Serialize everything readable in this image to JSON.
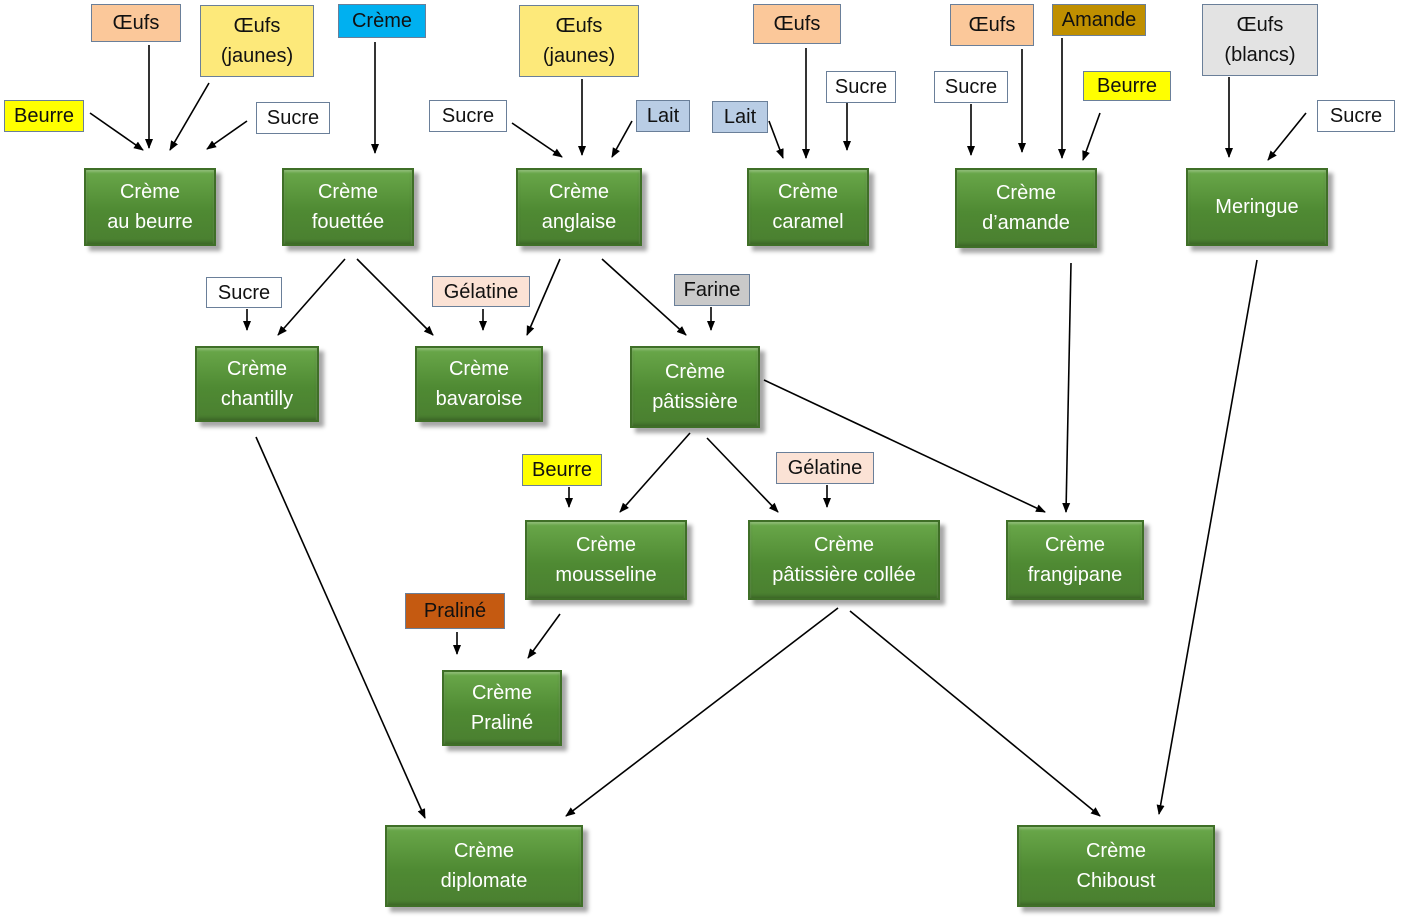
{
  "colors": {
    "oeufs": "#fbc89a",
    "jaunes": "#fde97a",
    "creme_ing": "#00b0f0",
    "beurre": "#ffff00",
    "sucre": "#ffffff",
    "lait": "#b9cde5",
    "gelatine": "#fbe2d5",
    "farine": "#c9c9c9",
    "amande": "#bf8f00",
    "blancs": "#e3e3e3",
    "praline": "#c55a11",
    "creme_box": "#5b9a3c",
    "arrow": "#000000"
  },
  "ingredients": {
    "oeufs_1": "Œufs",
    "jaunes_1": "Œufs\n(jaunes)",
    "creme_1": "Crème",
    "beurre_1": "Beurre",
    "sucre_1": "Sucre",
    "jaunes_2": "Œufs\n(jaunes)",
    "sucre_2": "Sucre",
    "lait_1": "Lait",
    "oeufs_2": "Œufs",
    "sucre_3": "Sucre",
    "lait_2": "Lait",
    "oeufs_3": "Œufs",
    "amande_1": "Amande",
    "sucre_4": "Sucre",
    "beurre_2": "Beurre",
    "blancs_1": "Œufs\n(blancs)",
    "sucre_5": "Sucre",
    "sucre_6": "Sucre",
    "gelatine_1": "Gélatine",
    "farine_1": "Farine",
    "beurre_3": "Beurre",
    "gelatine_2": "Gélatine",
    "praline_1": "Praliné"
  },
  "cremes": {
    "au_beurre": "Crème\nau beurre",
    "fouettee": "Crème\nfouettée",
    "anglaise": "Crème\nanglaise",
    "caramel": "Crème\ncaramel",
    "amande": "Crème\nd’amande",
    "meringue": "Meringue",
    "chantilly": "Crème\nchantilly",
    "bavaroise": "Crème\nbavaroise",
    "patissiere": "Crème\npâtissière",
    "mousseline": "Crème\nmousseline",
    "patissiere_collee": "Crème\npâtissière collée",
    "frangipane": "Crème\nfrangipane",
    "praline": "Crème\nPraliné",
    "diplomate": "Crème\ndiplomate",
    "chiboust": "Crème\nChiboust"
  }
}
